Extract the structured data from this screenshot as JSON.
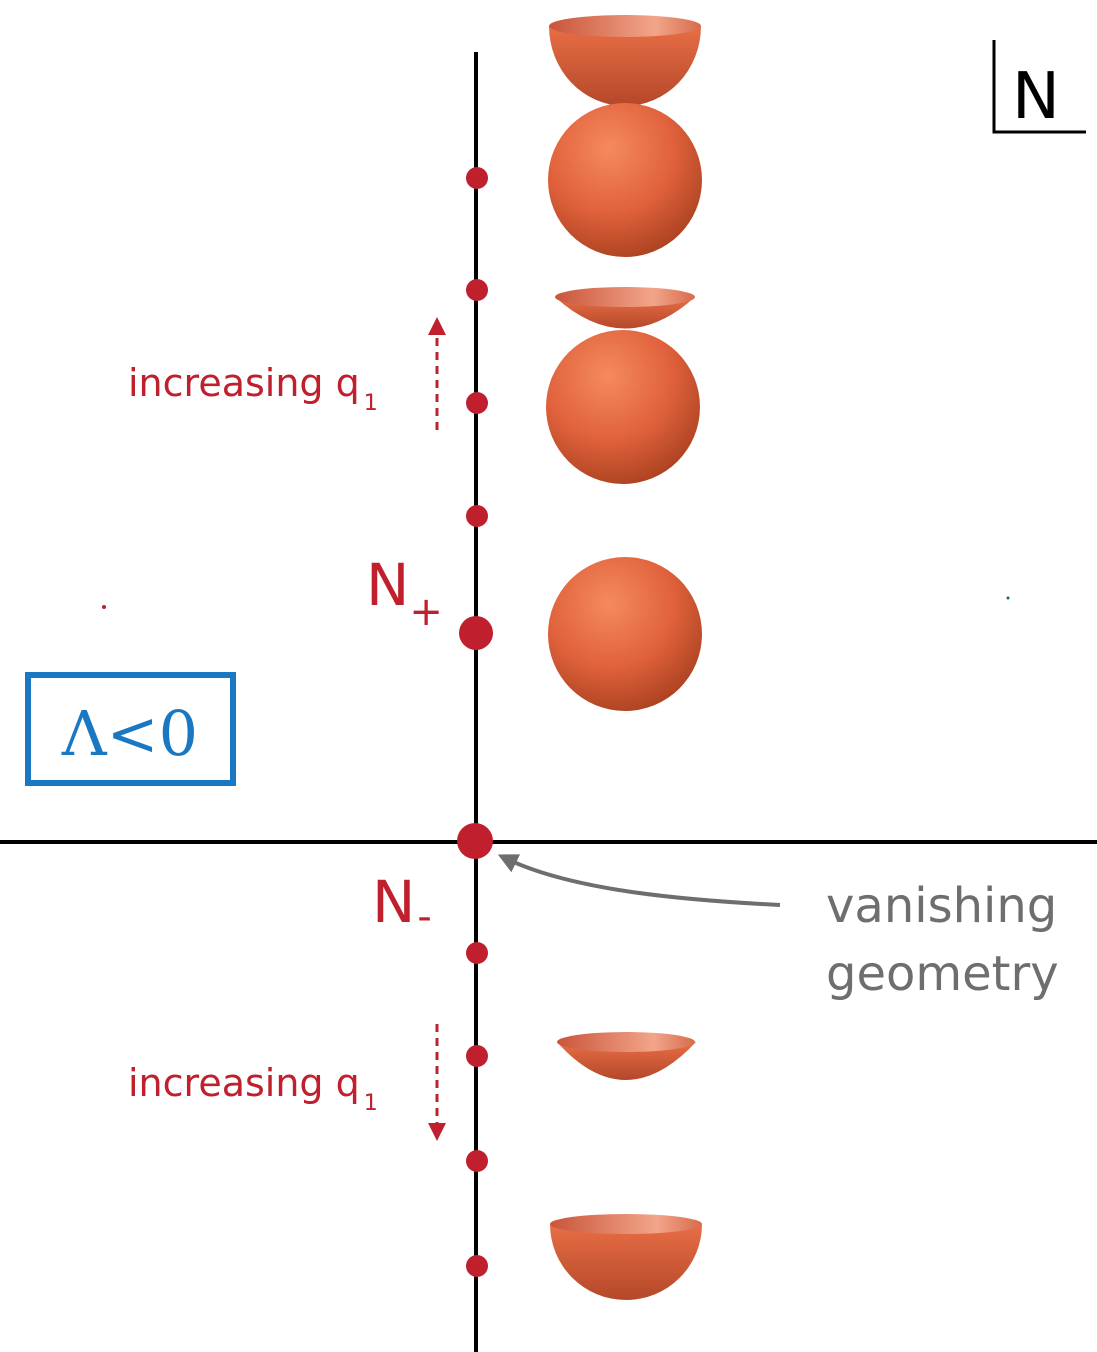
{
  "corner_label": "N",
  "lambda_box": {
    "text": "Λ<0",
    "color": "#1a78c2"
  },
  "n_plus": {
    "main": "N",
    "sub": "+"
  },
  "n_minus": {
    "main": "N",
    "sub": "-"
  },
  "arrow_up_label": {
    "main": "increasing q",
    "sub": "1"
  },
  "arrow_down_label": {
    "main": "increasing q",
    "sub": "1"
  },
  "annotation": {
    "line1": "vanishing",
    "line2": "geometry"
  },
  "colors": {
    "accent": "#c0202e",
    "surface": "#e0623c",
    "annotation": "#6e6e6e",
    "axis": "#000000"
  }
}
